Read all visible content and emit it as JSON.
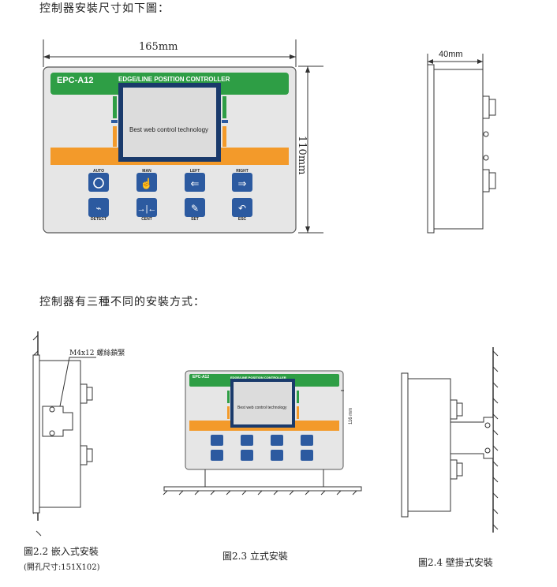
{
  "heading1": "控制器安裝尺寸如下圖：",
  "heading2": "控制器有三種不同的安裝方式：",
  "dims": {
    "width": "165mm",
    "height": "110mm",
    "depth": "40mm",
    "height_small": "116 mm"
  },
  "controller": {
    "model": "EPC-A12",
    "title": "EDGE/LINE POSITION CONTROLLER",
    "screen_text": "Best web control technology",
    "keys_top": [
      "AUTO",
      "MAN",
      "LEFT",
      "RIGHT"
    ],
    "keys_bottom": [
      "DETECT",
      "CENT",
      "SET",
      "ESC"
    ]
  },
  "annotation": "M4x12 螺絲鎖緊",
  "captions": {
    "fig22": "圖2.2 嵌入式安裝",
    "fig22_sub": "(開孔尺寸:151X102)",
    "fig23": "圖2.3 立式安裝",
    "fig24": "圖2.4 壁掛式安裝"
  },
  "colors": {
    "green": "#2e9e45",
    "orange": "#f39a2a",
    "blue": "#2c5aa0",
    "panel": "#e6e6e6"
  }
}
